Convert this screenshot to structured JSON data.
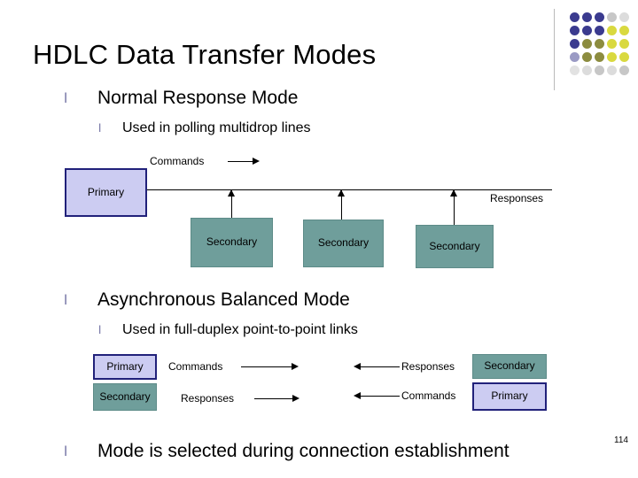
{
  "slide": {
    "title": "HDLC Data Transfer Modes",
    "page_number": "114",
    "bullets": [
      {
        "level": 1,
        "text": "Normal Response Mode"
      },
      {
        "level": 2,
        "text": "Used in polling multidrop lines"
      },
      {
        "level": 1,
        "text": "Asynchronous Balanced Mode"
      },
      {
        "level": 2,
        "text": "Used in full-duplex point-to-point links"
      },
      {
        "level": 1,
        "text": "Mode is selected during connection establishment"
      }
    ],
    "marker_glyph": "l"
  },
  "diagram_nrm": {
    "primary_label": "Primary",
    "commands_label": "Commands",
    "responses_label": "Responses",
    "secondaries": [
      "Secondary",
      "Secondary",
      "Secondary"
    ]
  },
  "diagram_abm": {
    "left_top_label": "Primary",
    "left_bottom_label": "Secondary",
    "right_top_label": "Secondary",
    "right_bottom_label": "Primary",
    "left_top_arrow_label": "Commands",
    "left_bottom_arrow_label": "Responses",
    "right_top_arrow_label": "Responses",
    "right_bottom_arrow_label": "Commands"
  },
  "decor": {
    "dot_colors": {
      "navy": "#3b3b8f",
      "olive": "#8c8c3f",
      "yellow": "#d9d93f",
      "gray": "#c7c7c7",
      "lightgray": "#dcdcdc",
      "blue_gray": "#9a9ac4"
    }
  }
}
